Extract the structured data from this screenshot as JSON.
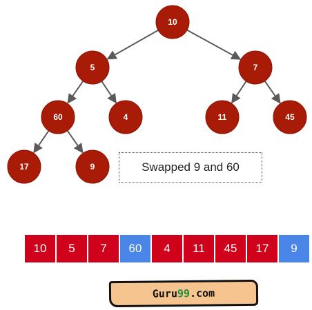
{
  "tree": {
    "nodes": [
      {
        "id": "n0",
        "value": "10"
      },
      {
        "id": "n1",
        "value": "5"
      },
      {
        "id": "n2",
        "value": "7"
      },
      {
        "id": "n3",
        "value": "60"
      },
      {
        "id": "n4",
        "value": "4"
      },
      {
        "id": "n5",
        "value": "11"
      },
      {
        "id": "n6",
        "value": "45"
      },
      {
        "id": "n7",
        "value": "17"
      },
      {
        "id": "n8",
        "value": "9"
      }
    ],
    "edges": [
      [
        "n0",
        "n1"
      ],
      [
        "n0",
        "n2"
      ],
      [
        "n1",
        "n3"
      ],
      [
        "n1",
        "n4"
      ],
      [
        "n2",
        "n5"
      ],
      [
        "n2",
        "n6"
      ],
      [
        "n3",
        "n7"
      ],
      [
        "n3",
        "n8"
      ]
    ]
  },
  "caption": "Swapped 9 and 60",
  "array": [
    {
      "value": "10",
      "state": "normal"
    },
    {
      "value": "5",
      "state": "normal"
    },
    {
      "value": "7",
      "state": "normal"
    },
    {
      "value": "60",
      "state": "swapped"
    },
    {
      "value": "4",
      "state": "normal"
    },
    {
      "value": "11",
      "state": "normal"
    },
    {
      "value": "45",
      "state": "normal"
    },
    {
      "value": "17",
      "state": "normal"
    },
    {
      "value": "9",
      "state": "swapped"
    }
  ],
  "colors": {
    "node": "#a81c07",
    "normal_cell": "#d0021b",
    "swapped_cell": "#4a86e8"
  },
  "logo": {
    "prefix": "Guru",
    "accent": "99",
    "suffix": ".com"
  }
}
